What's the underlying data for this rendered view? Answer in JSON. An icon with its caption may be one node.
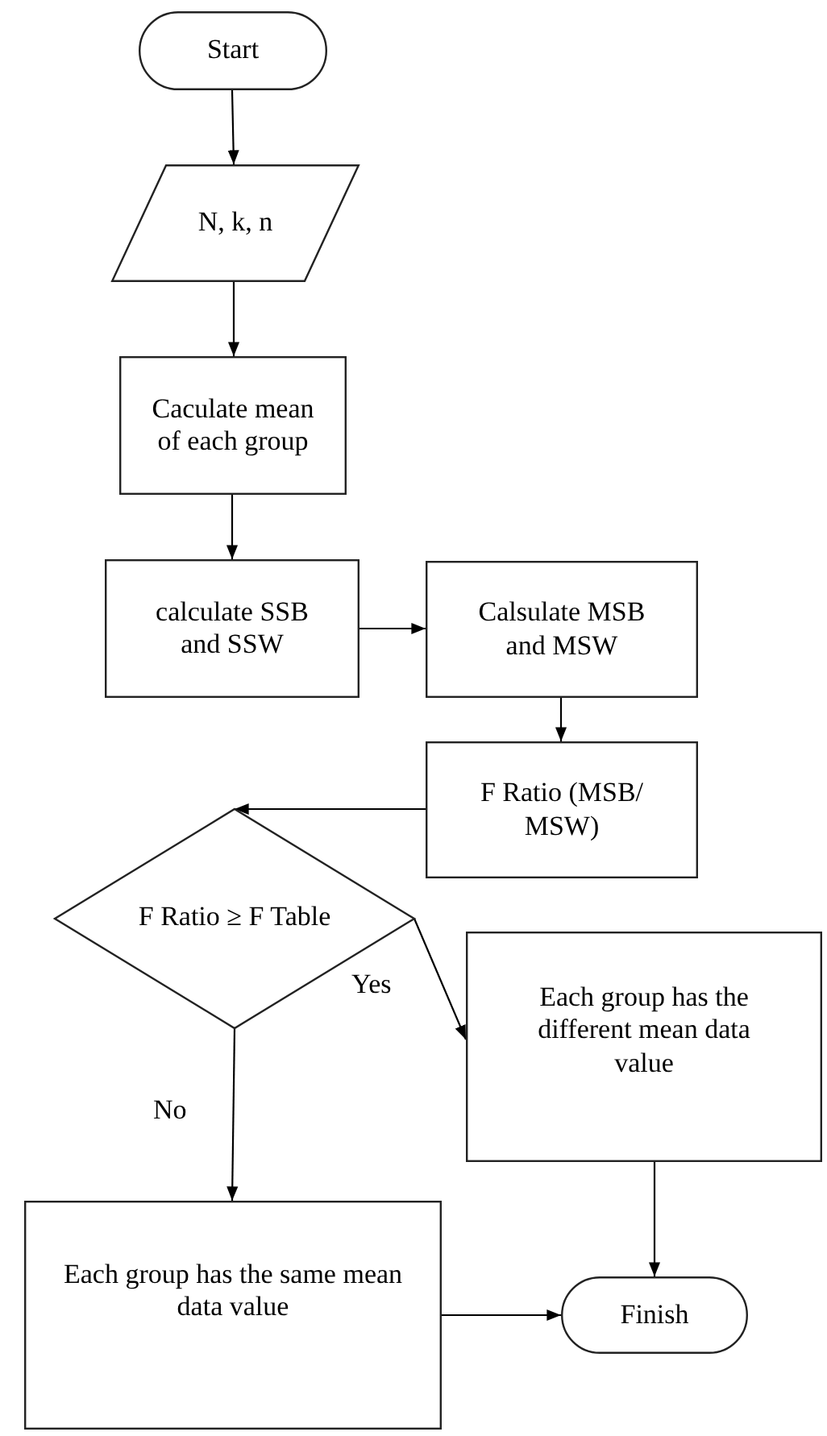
{
  "diagram": {
    "nodes": [
      {
        "text": [
          "Start"
        ]
      },
      {
        "text": [
          "N, k, n"
        ]
      },
      {
        "text": [
          "Caculate mean of each group"
        ]
      },
      {
        "text": [
          "calculate SSB and SSW"
        ]
      },
      {
        "text": [
          "Calsulate MSB and MSW"
        ]
      },
      {
        "text": [
          "F Ratio (MSB/ MSW)"
        ]
      },
      {
        "text": [
          "F Ratio ≥ F Table"
        ]
      },
      {
        "text": [
          "Each group has the different mean data value"
        ]
      },
      {
        "text": [
          "Each group has the same mean data value"
        ]
      },
      {
        "text": [
          "Finish"
        ]
      }
    ],
    "edges": [
      {
        "from": 0,
        "to": 1,
        "arrow": "to"
      },
      {
        "from": 1,
        "to": 2,
        "arrow": "to"
      },
      {
        "from": 2,
        "to": 3,
        "arrow": "to"
      },
      {
        "from": 3,
        "to": 4,
        "arrow": "to"
      },
      {
        "from": 4,
        "to": 5,
        "arrow": "to"
      },
      {
        "from": 5,
        "to": 6,
        "arrow": "to"
      },
      {
        "from": 6,
        "to": 7,
        "label": "Yes",
        "arrow": "to"
      },
      {
        "from": 6,
        "to": 8,
        "label": "No",
        "arrow": "to"
      },
      {
        "from": 7,
        "to": 9,
        "arrow": "to"
      },
      {
        "from": 8,
        "to": 9,
        "arrow": "to"
      }
    ]
  }
}
